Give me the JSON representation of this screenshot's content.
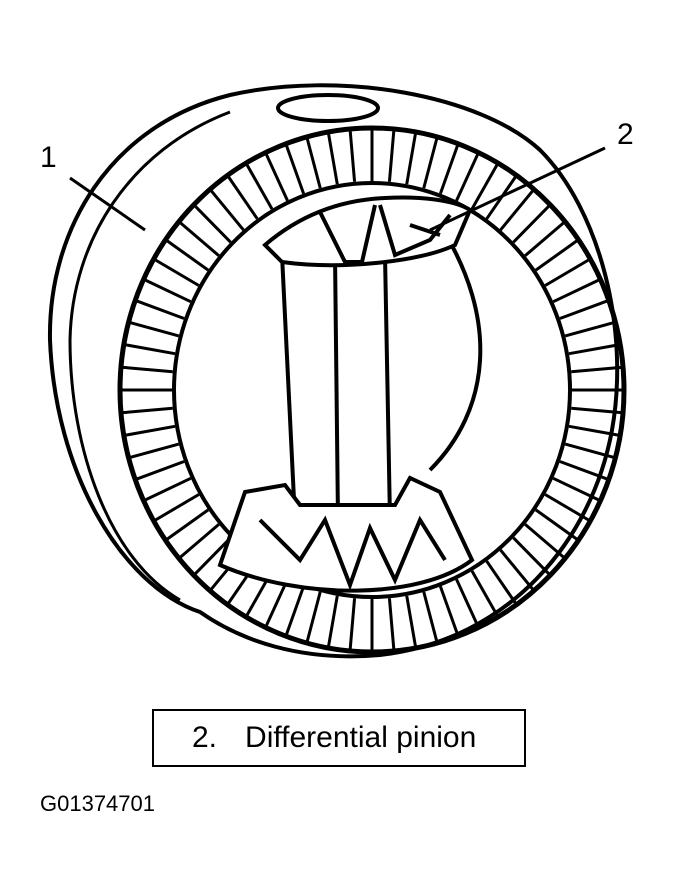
{
  "callouts": [
    {
      "number": "1"
    },
    {
      "number": "2"
    }
  ],
  "legend": {
    "number": "2.",
    "text": "Differential pinion"
  },
  "figure_id": "G01374701",
  "colors": {
    "line": "#000000",
    "background": "#ffffff"
  }
}
